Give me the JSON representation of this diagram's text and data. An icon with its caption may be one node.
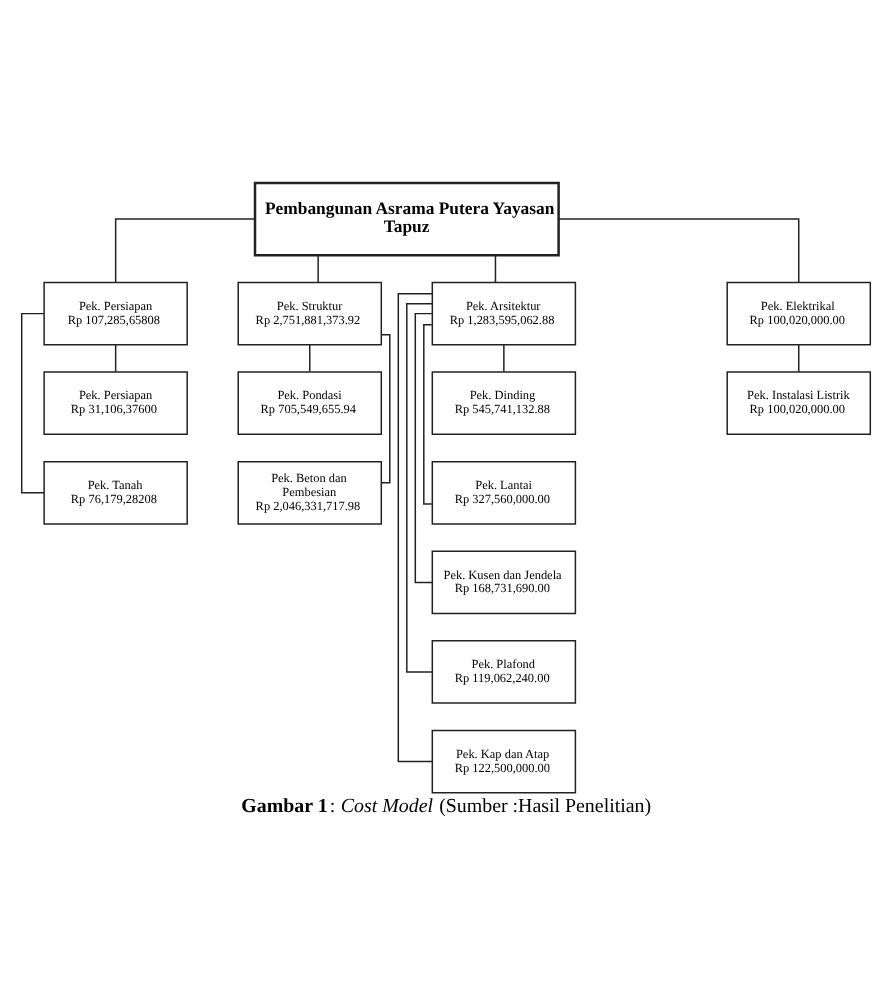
{
  "diagram": {
    "caption": "**Gambar 1**: *Cost Model* (Sumber :Hasil Penelitian)",
    "nodes": [
      {
        "text": [
          "Pembangunan Asrama Putera Yayasan Tapuz"
        ]
      },
      {
        "text": [
          "Pek. Persiapan",
          "Rp 107,285,65808"
        ]
      },
      {
        "text": [
          "Pek. Persiapan",
          "Rp 31,106,37600"
        ]
      },
      {
        "text": [
          "Pek. Tanah",
          "Rp 76,179,28208"
        ]
      },
      {
        "text": [
          "Pek. Struktur",
          "Rp 2,751,881,373.92"
        ]
      },
      {
        "text": [
          "Pek. Pondasi",
          "Rp 705,549,655.94"
        ]
      },
      {
        "text": [
          "Pek. Beton dan Pembesian",
          "Rp 2,046,331,717.98"
        ]
      },
      {
        "text": [
          "Pek. Arsitektur",
          "Rp 1,283,595,062.88"
        ]
      },
      {
        "text": [
          "Pek. Dinding",
          "Rp 545,741,132.88"
        ]
      },
      {
        "text": [
          "Pek. Lantai",
          "Rp 327,560,000.00"
        ]
      },
      {
        "text": [
          "Pek. Kusen dan Jendela",
          "Rp 168,731,690.00"
        ]
      },
      {
        "text": [
          "Pek. Plafond",
          "Rp 119,062,240.00"
        ]
      },
      {
        "text": [
          "Pek. Kap dan Atap",
          "Rp 122,500,000.00"
        ]
      },
      {
        "text": [
          "Pek. Elektrikal",
          "Rp 100,020,000.00"
        ]
      },
      {
        "text": [
          "Pek. Instalasi Listrik",
          "Rp 100,020,000.00"
        ]
      }
    ],
    "edges": [
      {
        "from": 0,
        "to": 1,
        "arrow": "none"
      },
      {
        "from": 0,
        "to": 4,
        "arrow": "none"
      },
      {
        "from": 0,
        "to": 7,
        "arrow": "none"
      },
      {
        "from": 0,
        "to": 13,
        "arrow": "none"
      },
      {
        "from": 1,
        "to": 2,
        "arrow": "none"
      },
      {
        "from": 1,
        "to": 3,
        "arrow": "none"
      },
      {
        "from": 4,
        "to": 5,
        "arrow": "none"
      },
      {
        "from": 4,
        "to": 6,
        "arrow": "none"
      },
      {
        "from": 7,
        "to": 8,
        "arrow": "none"
      },
      {
        "from": 7,
        "to": 9,
        "arrow": "none"
      },
      {
        "from": 7,
        "to": 10,
        "arrow": "none"
      },
      {
        "from": 7,
        "to": 11,
        "arrow": "none"
      },
      {
        "from": 7,
        "to": 12,
        "arrow": "none"
      },
      {
        "from": 13,
        "to": 14,
        "arrow": "none"
      }
    ]
  }
}
